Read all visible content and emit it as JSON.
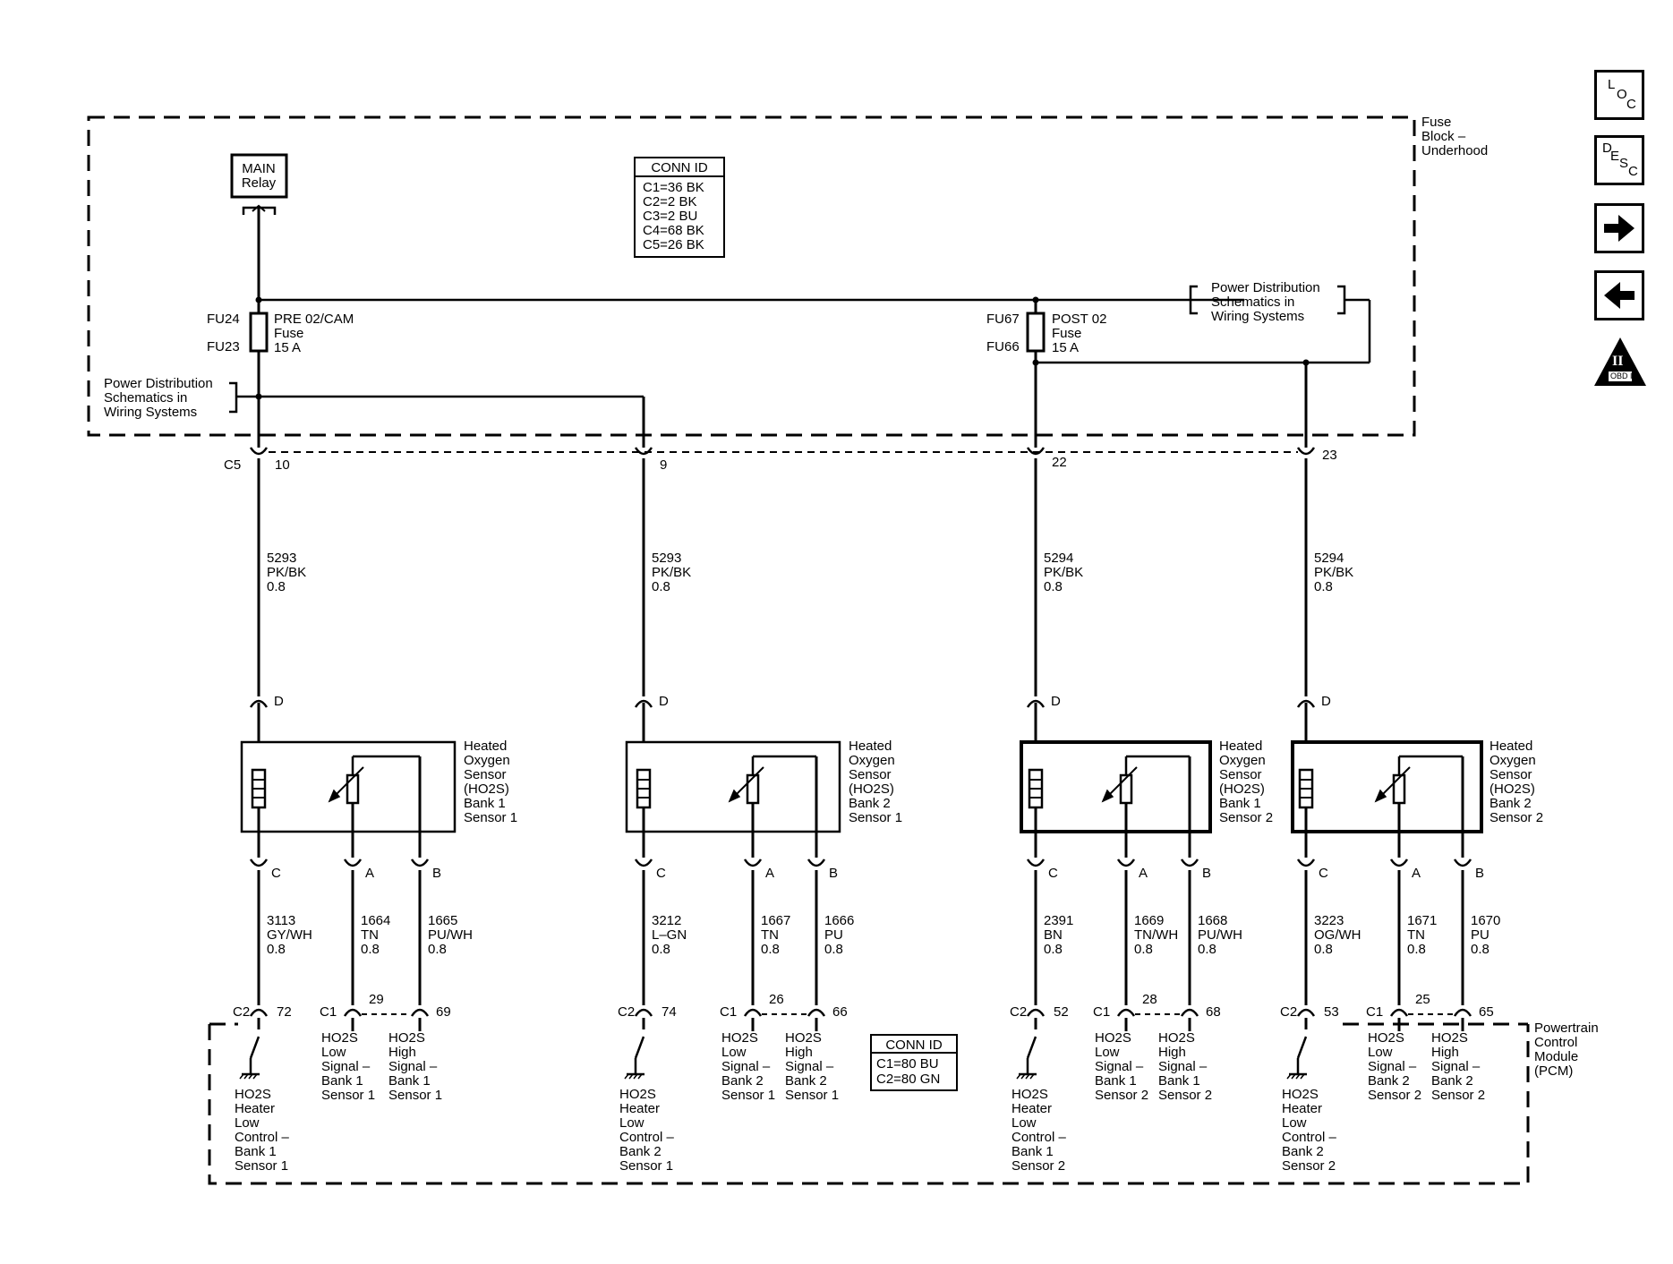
{
  "sidebar": {
    "loc": [
      "L",
      "O",
      "C"
    ],
    "desc": [
      "D",
      "E",
      "S",
      "C"
    ],
    "obd": {
      "roman": "II",
      "label": "OBD II"
    }
  },
  "fuse_block": {
    "title": [
      "Fuse",
      "Block –",
      "Underhood"
    ],
    "main_relay": [
      "MAIN",
      "Relay"
    ],
    "conn_id": {
      "title": "CONN ID",
      "items": [
        "C1=36 BK",
        "C2=2 BK",
        "C3=2 BU",
        "C4=68 BK",
        "C5=26 BK"
      ]
    },
    "power_dist_left": [
      "Power Distribution",
      "Schematics in",
      "Wiring Systems"
    ],
    "power_dist_right": [
      "Power Distribution",
      "Schematics in",
      "Wiring Systems"
    ],
    "fuse_pre": {
      "top": "FU24",
      "bottom": "FU23",
      "label": [
        "PRE 02/CAM",
        "Fuse",
        "15 A"
      ]
    },
    "fuse_post": {
      "top": "FU67",
      "bottom": "FU66",
      "label": [
        "POST 02",
        "Fuse",
        "15 A"
      ]
    },
    "c5": {
      "label": "C5",
      "pins": [
        "10",
        "9",
        "22",
        "23"
      ]
    }
  },
  "feed_wires": [
    [
      "5293",
      "PK/BK",
      "0.8"
    ],
    [
      "5293",
      "PK/BK",
      "0.8"
    ],
    [
      "5294",
      "PK/BK",
      "0.8"
    ],
    [
      "5294",
      "PK/BK",
      "0.8"
    ]
  ],
  "sensors": [
    {
      "name": [
        "Heated",
        "Oxygen",
        "Sensor",
        "(HO2S)",
        "Bank 1",
        "Sensor 1"
      ],
      "pin_d": "D",
      "pin_c": "C",
      "pin_a": "A",
      "pin_b": "B",
      "wires": {
        "c": [
          "3113",
          "GY/WH",
          "0.8"
        ],
        "a": [
          "1664",
          "TN",
          "0.8"
        ],
        "b": [
          "1665",
          "PU/WH",
          "0.8"
        ]
      },
      "pcm": {
        "c2": "C2",
        "c2_pin": "72",
        "c1": "C1",
        "a_pin": "29",
        "b_pin": "69"
      },
      "labels": {
        "heater": [
          "HO2S",
          "Heater",
          "Low",
          "Control –",
          "Bank 1",
          "Sensor 1"
        ],
        "low": [
          "HO2S",
          "Low",
          "Signal –",
          "Bank 1",
          "Sensor 1"
        ],
        "high": [
          "HO2S",
          "High",
          "Signal –",
          "Bank 1",
          "Sensor 1"
        ]
      }
    },
    {
      "name": [
        "Heated",
        "Oxygen",
        "Sensor",
        "(HO2S)",
        "Bank 2",
        "Sensor 1"
      ],
      "pin_d": "D",
      "pin_c": "C",
      "pin_a": "A",
      "pin_b": "B",
      "wires": {
        "c": [
          "3212",
          "L–GN",
          "0.8"
        ],
        "a": [
          "1667",
          "TN",
          "0.8"
        ],
        "b": [
          "1666",
          "PU",
          "0.8"
        ]
      },
      "pcm": {
        "c2": "C2",
        "c2_pin": "74",
        "c1": "C1",
        "a_pin": "26",
        "b_pin": "66"
      },
      "labels": {
        "heater": [
          "HO2S",
          "Heater",
          "Low",
          "Control –",
          "Bank 2",
          "Sensor 1"
        ],
        "low": [
          "HO2S",
          "Low",
          "Signal –",
          "Bank 2",
          "Sensor 1"
        ],
        "high": [
          "HO2S",
          "High",
          "Signal –",
          "Bank 2",
          "Sensor 1"
        ]
      }
    },
    {
      "name": [
        "Heated",
        "Oxygen",
        "Sensor",
        "(HO2S)",
        "Bank 1",
        "Sensor 2"
      ],
      "pin_d": "D",
      "pin_c": "C",
      "pin_a": "A",
      "pin_b": "B",
      "wires": {
        "c": [
          "2391",
          "BN",
          "0.8"
        ],
        "a": [
          "1669",
          "TN/WH",
          "0.8"
        ],
        "b": [
          "1668",
          "PU/WH",
          "0.8"
        ]
      },
      "pcm": {
        "c2": "C2",
        "c2_pin": "52",
        "c1": "C1",
        "a_pin": "28",
        "b_pin": "68"
      },
      "labels": {
        "heater": [
          "HO2S",
          "Heater",
          "Low",
          "Control –",
          "Bank 1",
          "Sensor 2"
        ],
        "low": [
          "HO2S",
          "Low",
          "Signal –",
          "Bank 1",
          "Sensor 2"
        ],
        "high": [
          "HO2S",
          "High",
          "Signal –",
          "Bank 1",
          "Sensor 2"
        ]
      }
    },
    {
      "name": [
        "Heated",
        "Oxygen",
        "Sensor",
        "(HO2S)",
        "Bank 2",
        "Sensor 2"
      ],
      "pin_d": "D",
      "pin_c": "C",
      "pin_a": "A",
      "pin_b": "B",
      "wires": {
        "c": [
          "3223",
          "OG/WH",
          "0.8"
        ],
        "a": [
          "1671",
          "TN",
          "0.8"
        ],
        "b": [
          "1670",
          "PU",
          "0.8"
        ]
      },
      "pcm": {
        "c2": "C2",
        "c2_pin": "53",
        "c1": "C1",
        "a_pin": "25",
        "b_pin": "65"
      },
      "labels": {
        "heater": [
          "HO2S",
          "Heater",
          "Low",
          "Control –",
          "Bank 2",
          "Sensor 2"
        ],
        "low": [
          "HO2S",
          "Low",
          "Signal –",
          "Bank 2",
          "Sensor 2"
        ],
        "high": [
          "HO2S",
          "High",
          "Signal –",
          "Bank 2",
          "Sensor 2"
        ]
      }
    }
  ],
  "pcm": {
    "title": [
      "Powertrain",
      "Control",
      "Module",
      "(PCM)"
    ],
    "conn_id": {
      "title": "CONN ID",
      "items": [
        "C1=80 BU",
        "C2=80 GN"
      ]
    }
  }
}
